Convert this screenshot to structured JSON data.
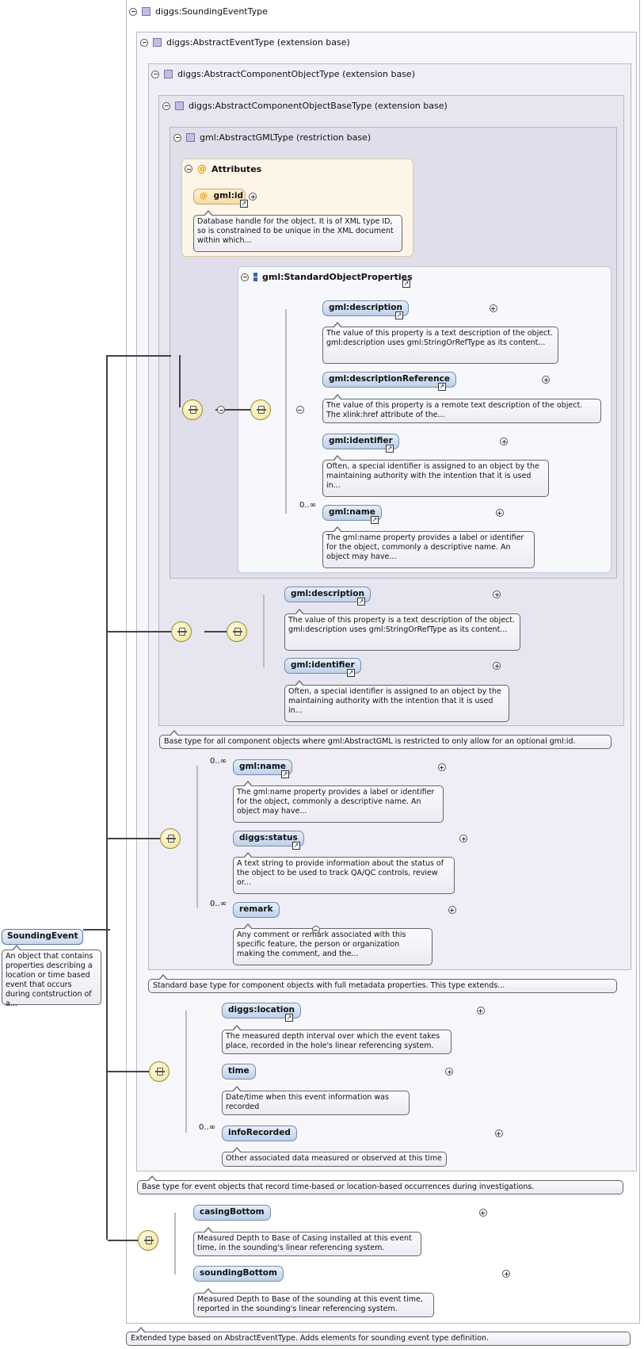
{
  "root": {
    "name": "SoundingEvent",
    "description": "An object that contains properties describing a location or time based event that occurs during contstruction of a..."
  },
  "types": {
    "sounding_event_type": {
      "title": "diggs:SoundingEventType",
      "footer": "Extended type based on AbstractEventType. Adds elements for sounding event type definition."
    },
    "abstract_event_type": {
      "title": "diggs:AbstractEventType (extension base)",
      "footer": "Base type for event objects that record time-based or location-based occurrences during investigations."
    },
    "abstract_component_object_type": {
      "title": "diggs:AbstractComponentObjectType (extension base)",
      "footer": "Standard base type for component objects with full metadata properties. This type extends..."
    },
    "abstract_component_object_base_type": {
      "title": "diggs:AbstractComponentObjectBaseType (extension base)",
      "footer": "Base type for all component objects where gml:AbstractGML is restricted to only allow for an optional gml:id."
    },
    "abstract_gml_type": {
      "title": "gml:AbstractGMLType (restriction base)"
    }
  },
  "attributes": {
    "title": "Attributes",
    "gml_id": {
      "name": "gml:id",
      "description": "Database handle for the object. It is of XML type ID, so is constrained to be unique in the XML document within which..."
    }
  },
  "standard_object_properties": {
    "title": "gml:StandardObjectProperties",
    "elements": [
      {
        "name": "gml:description",
        "multiplicity": "",
        "description": "The value of this property is a text description of the object. gml:description uses gml:StringOrRefType as its content..."
      },
      {
        "name": "gml:descriptionReference",
        "multiplicity": "",
        "description": "The value of this property is a remote text description of the object. The xlink:href attribute of the..."
      },
      {
        "name": "gml:identifier",
        "multiplicity": "",
        "description": "Often, a special identifier is assigned to an object by the maintaining authority with the intention that it is used in..."
      },
      {
        "name": "gml:name",
        "multiplicity": "0..∞",
        "description": "The gml:name property provides a label or identifier for the object, commonly a descriptive name. An object may have..."
      }
    ]
  },
  "base_sequence": {
    "elements": [
      {
        "name": "gml:description",
        "multiplicity": "",
        "description": "The value of this property is a text description of the object. gml:description uses gml:StringOrRefType as its content..."
      },
      {
        "name": "gml:identifier",
        "multiplicity": "",
        "description": "Often, a special identifier is assigned to an object by the maintaining authority with the intention that it is used in..."
      }
    ]
  },
  "component_sequence": {
    "elements": [
      {
        "name": "gml:name",
        "multiplicity": "0..∞",
        "description": "The gml:name property provides a label or identifier for the object, commonly a descriptive name. An object may have..."
      },
      {
        "name": "diggs:status",
        "multiplicity": "",
        "description": "A text string to provide information about the status of the object to be used to track QA/QC controls, review or..."
      },
      {
        "name": "remark",
        "multiplicity": "0..∞",
        "description": "Any comment or remark associated with this specific feature, the person or organization making the comment, and the..."
      }
    ]
  },
  "event_sequence": {
    "elements": [
      {
        "name": "diggs:location",
        "multiplicity": "",
        "description": "The measured depth interval over which the event takes place, recorded in the hole's linear referencing system."
      },
      {
        "name": "time",
        "multiplicity": "",
        "description": "Date/time when this event information was recorded"
      },
      {
        "name": "infoRecorded",
        "multiplicity": "0..∞",
        "description": "Other associated data measured or observed at this time"
      }
    ]
  },
  "sounding_sequence": {
    "elements": [
      {
        "name": "casingBottom",
        "multiplicity": "",
        "description": "Measured Depth to Base of Casing installed at this event time, in the sounding's linear referencing system."
      },
      {
        "name": "soundingBottom",
        "multiplicity": "",
        "description": "Measured Depth to Base of the sounding at this event time, reported in the sounding's linear referencing system."
      }
    ]
  }
}
